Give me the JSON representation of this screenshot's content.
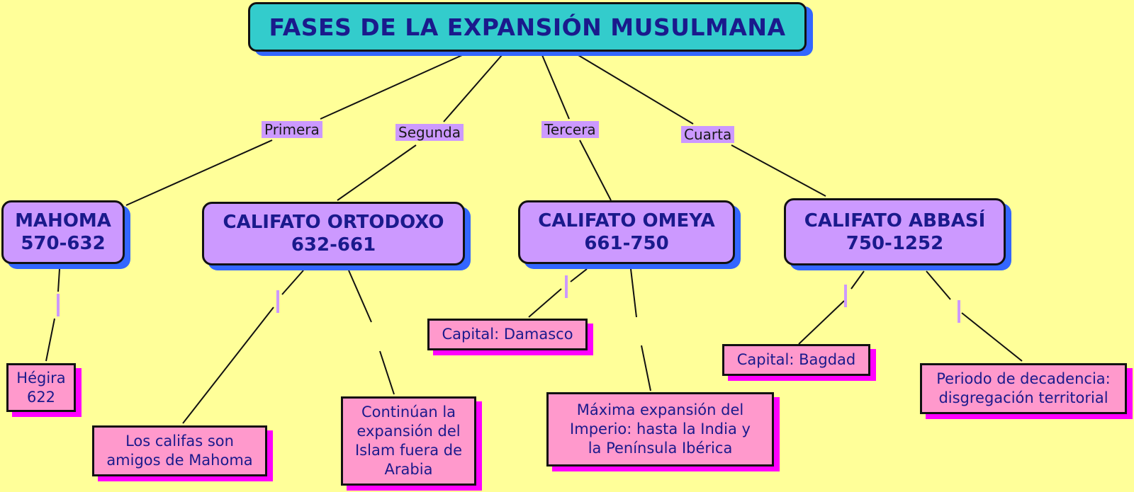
{
  "title": "FASES DE LA EXPANSIÓN MUSULMANA",
  "phases": [
    "Primera",
    "Segunda",
    "Tercera",
    "Cuarta"
  ],
  "periods": [
    {
      "name": "MAHOMA",
      "years": "570-632"
    },
    {
      "name": "CALIFATO ORTODOXO",
      "years": "632-661"
    },
    {
      "name": "CALIFATO OMEYA",
      "years": "661-750"
    },
    {
      "name": "CALIFATO ABBASÍ",
      "years": "750-1252"
    }
  ],
  "notes": {
    "mahoma": [
      "Hégira",
      "622"
    ],
    "ortodoxo_1": [
      "Los califas son",
      "amigos de Mahoma"
    ],
    "ortodoxo_2": [
      "Continúan la",
      "expansión del",
      "Islam fuera de",
      "Arabia"
    ],
    "omeya_1": [
      "Capital: Damasco"
    ],
    "omeya_2": [
      "Máxima expansión del",
      "Imperio: hasta la India y",
      "la Península Ibérica"
    ],
    "abbasi_1": [
      "Capital: Bagdad"
    ],
    "abbasi_2": [
      "Periodo de decadencia:",
      "disgregación territorial"
    ]
  },
  "colors": {
    "background": "#FFFF99",
    "title_fill": "#33CCCC",
    "period_fill": "#CC99FF",
    "note_fill": "#FF99CC",
    "text": "#1a1a8c",
    "blue_shadow": "#3366FF",
    "magenta_shadow": "#FF00FF"
  }
}
